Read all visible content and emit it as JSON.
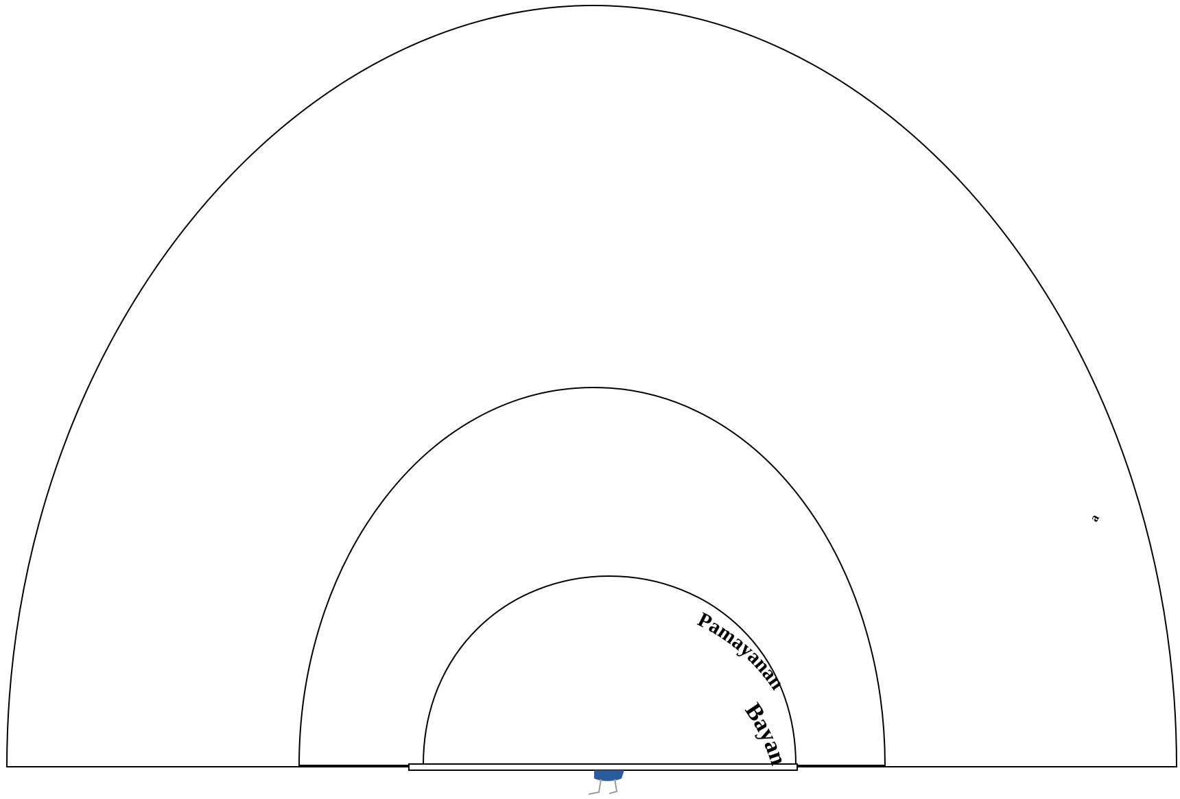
{
  "diagram": {
    "labels": {
      "inner_arc_label_1": "Pamayanan",
      "inner_arc_label_2": "Bayan",
      "outer_mark": "a"
    },
    "figure_icon": "person-figure-icon"
  }
}
